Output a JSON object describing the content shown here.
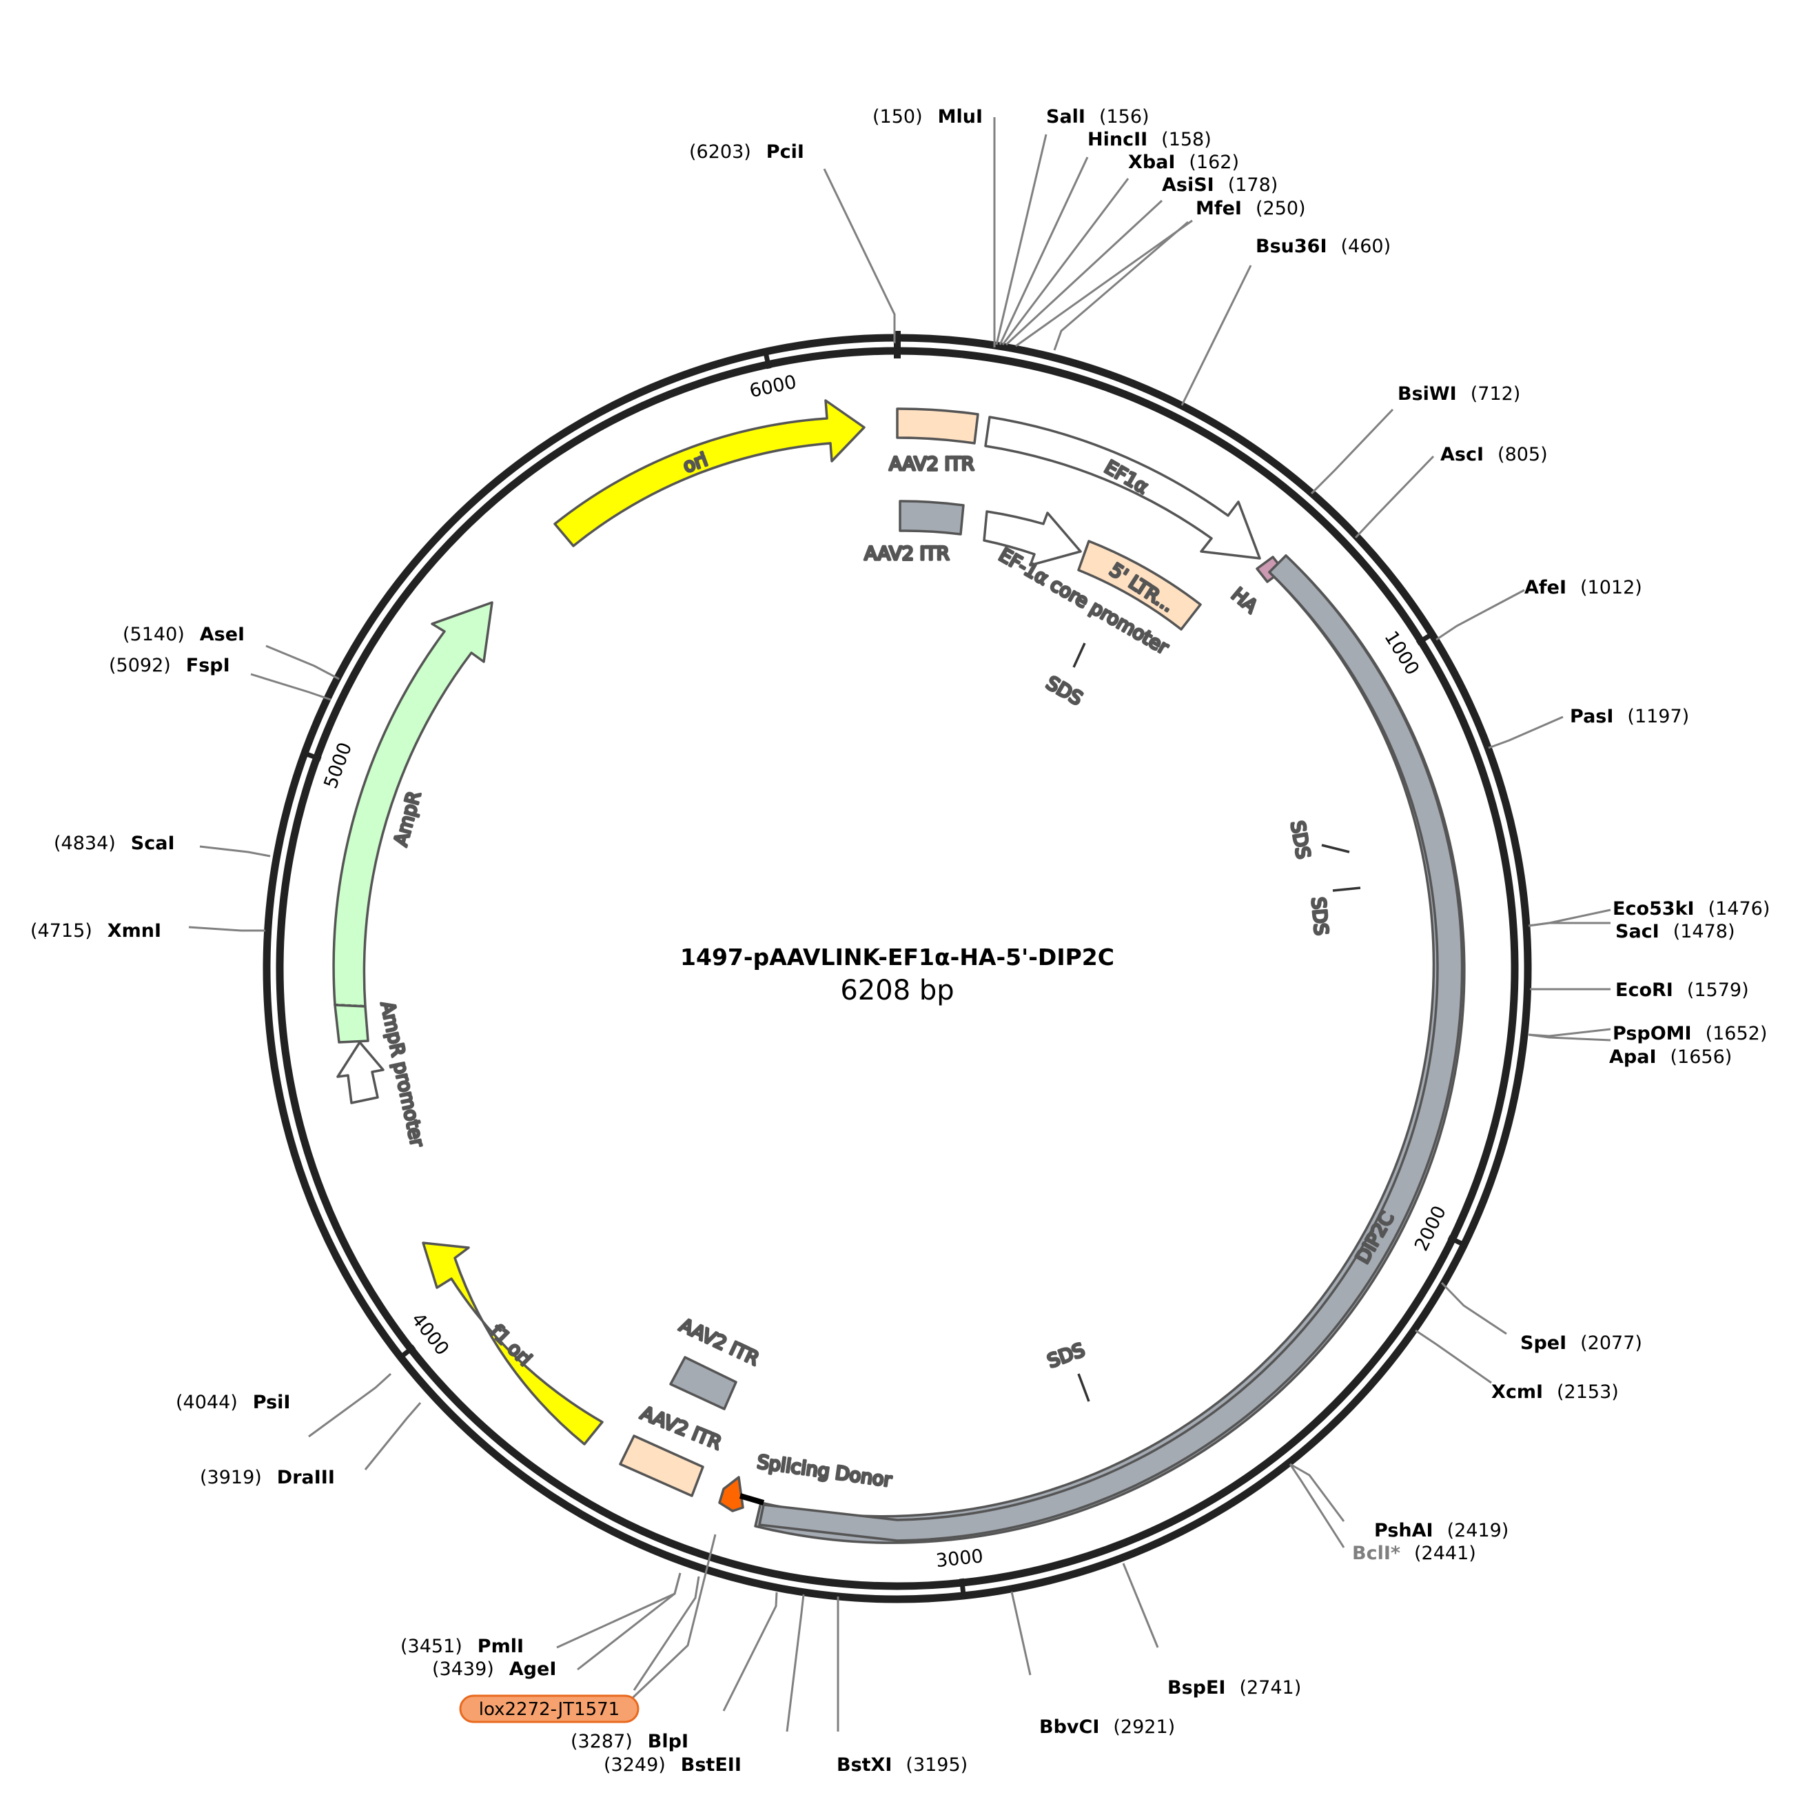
{
  "plasmid": {
    "name": "1497-pAAVLINK-EF1α-HA-5'-DIP2C",
    "size_label": "6208 bp",
    "length": 6208
  },
  "colors": {
    "ori": "#ffff00",
    "ampr": "#ccffcc",
    "itr_light": "#ffe1c2",
    "itr_grey": "#a5abb3",
    "dip2c": "#a5abb3",
    "ha": "#cc99b2",
    "splice": "#ff6600",
    "lox_fill": "#f7a26e",
    "lox_stroke": "#e8691f"
  },
  "ticks": [
    {
      "pos": 1000,
      "label": "1000"
    },
    {
      "pos": 2000,
      "label": "2000"
    },
    {
      "pos": 3000,
      "label": "3000"
    },
    {
      "pos": 4000,
      "label": "4000"
    },
    {
      "pos": 5000,
      "label": "5000"
    },
    {
      "pos": 6000,
      "label": "6000"
    }
  ],
  "features": [
    {
      "id": "ori",
      "label": "ori"
    },
    {
      "id": "aav2-itr-1",
      "label": "AAV2 ITR"
    },
    {
      "id": "ef1a",
      "label": "EF1α"
    },
    {
      "id": "aav2-itr-2",
      "label": "AAV2 ITR"
    },
    {
      "id": "ef1a-core",
      "label": "EF-1α core promoter"
    },
    {
      "id": "ltr",
      "label": "5' LTR..."
    },
    {
      "id": "ha",
      "label": "HA"
    },
    {
      "id": "sds-1",
      "label": "SDS"
    },
    {
      "id": "sds-2",
      "label": "SDS"
    },
    {
      "id": "sds-3",
      "label": "SDS"
    },
    {
      "id": "sds-4",
      "label": "SDS"
    },
    {
      "id": "dip2c",
      "label": "DIP2C"
    },
    {
      "id": "aav2-itr-3",
      "label": "AAV2 ITR"
    },
    {
      "id": "aav2-itr-4",
      "label": "AAV2 ITR"
    },
    {
      "id": "splicing-donor",
      "label": "Splicing Donor"
    },
    {
      "id": "f1-ori",
      "label": "f1 ori"
    },
    {
      "id": "ampr",
      "label": "AmpR"
    },
    {
      "id": "ampr-promoter",
      "label": "AmpR promoter"
    }
  ],
  "sites": [
    {
      "name": "PciI",
      "pos": "(6203)",
      "side": "left"
    },
    {
      "name": "MluI",
      "pos": "(150)",
      "side": "left"
    },
    {
      "name": "SalI",
      "pos": "(156)",
      "side": "right"
    },
    {
      "name": "HincII",
      "pos": "(158)",
      "side": "right"
    },
    {
      "name": "XbaI",
      "pos": "(162)",
      "side": "right"
    },
    {
      "name": "AsiSI",
      "pos": "(178)",
      "side": "right"
    },
    {
      "name": "MfeI",
      "pos": "(250)",
      "side": "right"
    },
    {
      "name": "Bsu36I",
      "pos": "(460)",
      "side": "right"
    },
    {
      "name": "BsiWI",
      "pos": "(712)",
      "side": "right"
    },
    {
      "name": "AscI",
      "pos": "(805)",
      "side": "right"
    },
    {
      "name": "AfeI",
      "pos": "(1012)",
      "side": "right"
    },
    {
      "name": "PasI",
      "pos": "(1197)",
      "side": "right"
    },
    {
      "name": "Eco53kI",
      "pos": "(1476)",
      "side": "right"
    },
    {
      "name": "SacI",
      "pos": "(1478)",
      "side": "right"
    },
    {
      "name": "EcoRI",
      "pos": "(1579)",
      "side": "right"
    },
    {
      "name": "PspOMI",
      "pos": "(1652)",
      "side": "right"
    },
    {
      "name": "ApaI",
      "pos": "(1656)",
      "side": "right"
    },
    {
      "name": "SpeI",
      "pos": "(2077)",
      "side": "right"
    },
    {
      "name": "XcmI",
      "pos": "(2153)",
      "side": "right"
    },
    {
      "name": "PshAI",
      "pos": "(2419)",
      "side": "right"
    },
    {
      "name": "BclI*",
      "pos": "(2441)",
      "side": "right"
    },
    {
      "name": "BspEI",
      "pos": "(2741)",
      "side": "right"
    },
    {
      "name": "BbvCI",
      "pos": "(2921)",
      "side": "right"
    },
    {
      "name": "BstXI",
      "pos": "(3195)",
      "side": "right"
    },
    {
      "name": "BstEII",
      "pos": "(3249)",
      "side": "left"
    },
    {
      "name": "BlpI",
      "pos": "(3287)",
      "side": "left"
    },
    {
      "name": "AgeI",
      "pos": "(3439)",
      "side": "left"
    },
    {
      "name": "PmlI",
      "pos": "(3451)",
      "side": "left"
    },
    {
      "name": "DraIII",
      "pos": "(3919)",
      "side": "left"
    },
    {
      "name": "PsiI",
      "pos": "(4044)",
      "side": "left"
    },
    {
      "name": "XmnI",
      "pos": "(4715)",
      "side": "left"
    },
    {
      "name": "ScaI",
      "pos": "(4834)",
      "side": "left"
    },
    {
      "name": "FspI",
      "pos": "(5092)",
      "side": "left"
    },
    {
      "name": "AseI",
      "pos": "(5140)",
      "side": "left"
    }
  ],
  "lox_label": "lox2272-JT1571"
}
